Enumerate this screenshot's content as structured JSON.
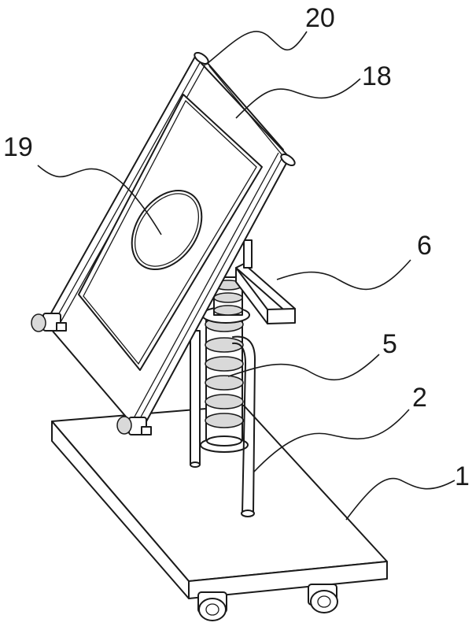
{
  "labels": {
    "l20": "20",
    "l18": "18",
    "l19": "19",
    "l6": "6",
    "l5": "5",
    "l2": "2",
    "l1": "1"
  }
}
